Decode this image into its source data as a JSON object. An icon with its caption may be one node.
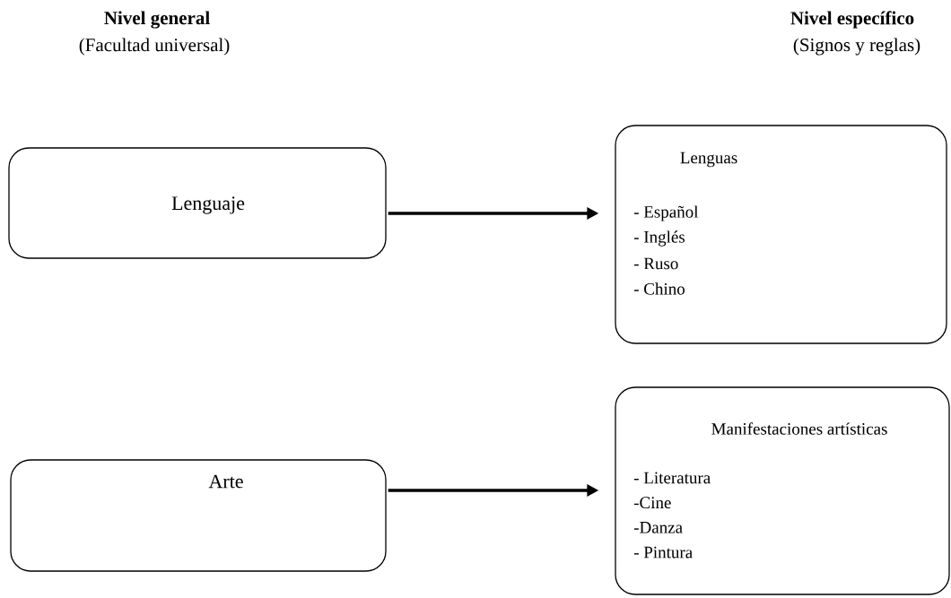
{
  "diagram": {
    "nodes": [
      {
        "text": [
          "Lenguaje"
        ]
      },
      {
        "text": [
          "Lenguas",
          "- Español",
          "- Inglés",
          "- Ruso",
          "- Chino"
        ]
      },
      {
        "text": [
          "Arte"
        ]
      },
      {
        "text": [
          "Manifestaciones artísticas",
          "- Literatura",
          "-Cine",
          "-Danza",
          "- Pintura"
        ]
      }
    ],
    "edges": [
      {
        "from": 0,
        "to": 1,
        "arrow": "to"
      },
      {
        "from": 2,
        "to": 3,
        "arrow": "to"
      }
    ],
    "labels": [
      "Nivel general",
      "(Facultad universal)",
      "Nivel específico",
      "(Signos y reglas)"
    ]
  }
}
